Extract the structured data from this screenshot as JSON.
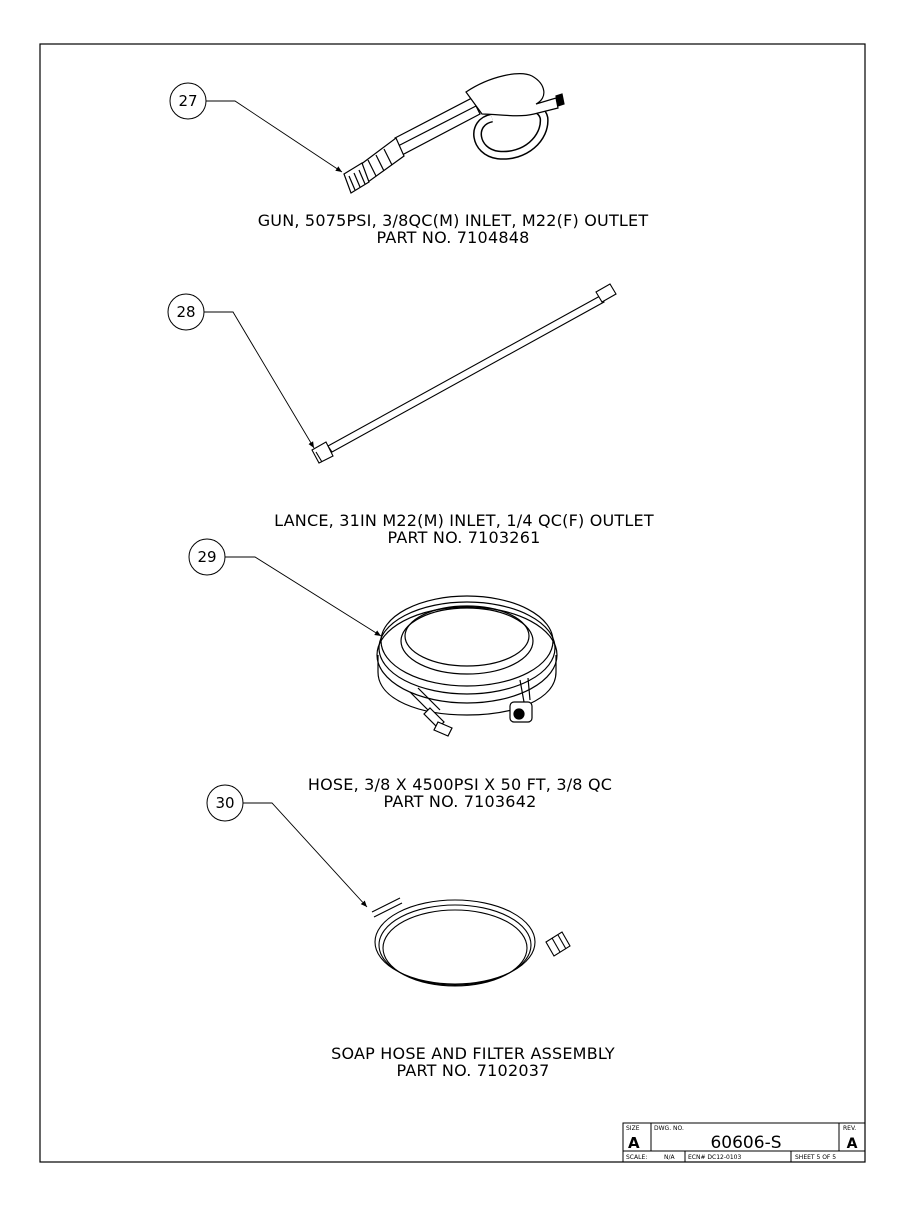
{
  "parts": [
    {
      "item": "27",
      "description": "GUN, 5075PSI, 3/8QC(M) INLET, M22(F) OUTLET",
      "part_no": "PART NO. 7104848"
    },
    {
      "item": "28",
      "description": "LANCE, 31IN M22(M) INLET, 1/4 QC(F) OUTLET",
      "part_no": "PART NO. 7103261"
    },
    {
      "item": "29",
      "description": "HOSE, 3/8 X 4500PSI X 50 FT, 3/8 QC",
      "part_no": "PART NO. 7103642"
    },
    {
      "item": "30",
      "description": "SOAP HOSE AND FILTER ASSEMBLY",
      "part_no": "PART NO. 7102037"
    }
  ],
  "title_block": {
    "size_label": "SIZE",
    "size": "A",
    "dwg_no_label": "DWG. NO.",
    "dwg_no": "60606-S",
    "rev_label": "REV.",
    "rev": "A",
    "scale_label": "SCALE:",
    "scale": "N/A",
    "ecn": "ECN# DC12-0103",
    "sheet": "SHEET 5 OF 5"
  }
}
